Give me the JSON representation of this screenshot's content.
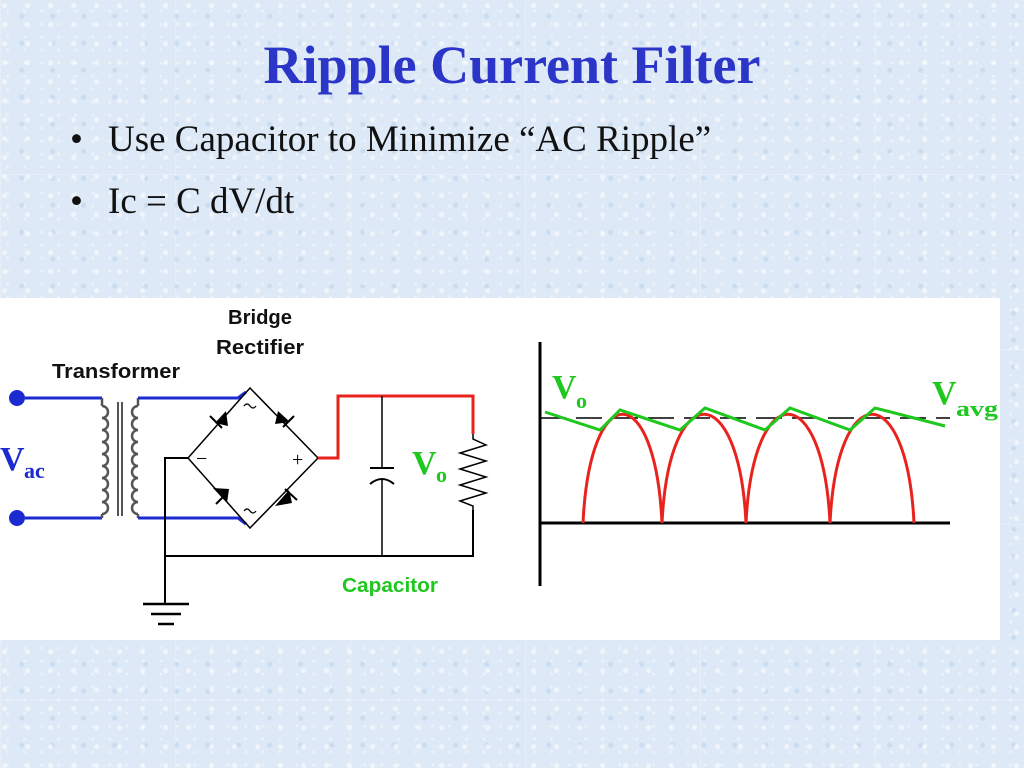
{
  "slide": {
    "title": "Ripple Current Filter",
    "bullets": [
      "Use Capacitor to Minimize “AC Ripple”",
      "Ic = C dV/dt"
    ]
  },
  "diagram": {
    "labels": {
      "transformer": "Transformer",
      "bridge_line1": "Bridge",
      "bridge_line2": "Rectifier",
      "capacitor": "Capacitor",
      "vac_main": "V",
      "vac_sub": "ac",
      "vo_main": "V",
      "vo_sub": "o",
      "minus": "−",
      "plus": "+"
    },
    "waveform": {
      "vo_main": "V",
      "vo_sub": "o",
      "vavg_main": "V",
      "vavg_sub": "avg"
    },
    "colors": {
      "wire_blue": "#1b2bd0",
      "wire_red": "#e8231e",
      "capacitor_green": "#1ec81e",
      "black": "#000000"
    }
  }
}
